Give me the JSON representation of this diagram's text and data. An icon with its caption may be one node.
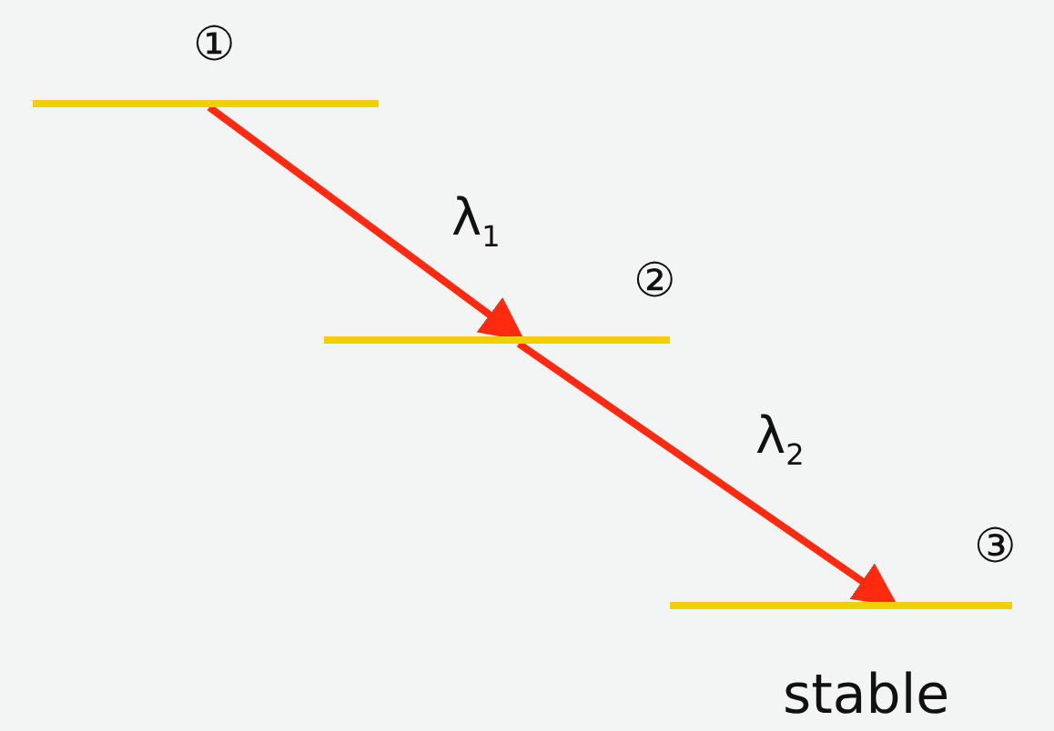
{
  "diagram": {
    "nodes": [
      {
        "text": [],
        "shape": "bar",
        "beside": [
          "①"
        ]
      },
      {
        "text": [],
        "shape": "bar",
        "beside": [
          "②"
        ]
      },
      {
        "text": [],
        "shape": "bar",
        "beside": [
          "③",
          "stable"
        ]
      }
    ],
    "edges": [
      {
        "from": 0,
        "to": 1,
        "arrow": "to",
        "label": "λ$_{1}$"
      },
      {
        "from": 1,
        "to": 2,
        "arrow": "to",
        "label": "λ$_{2}$"
      }
    ]
  }
}
